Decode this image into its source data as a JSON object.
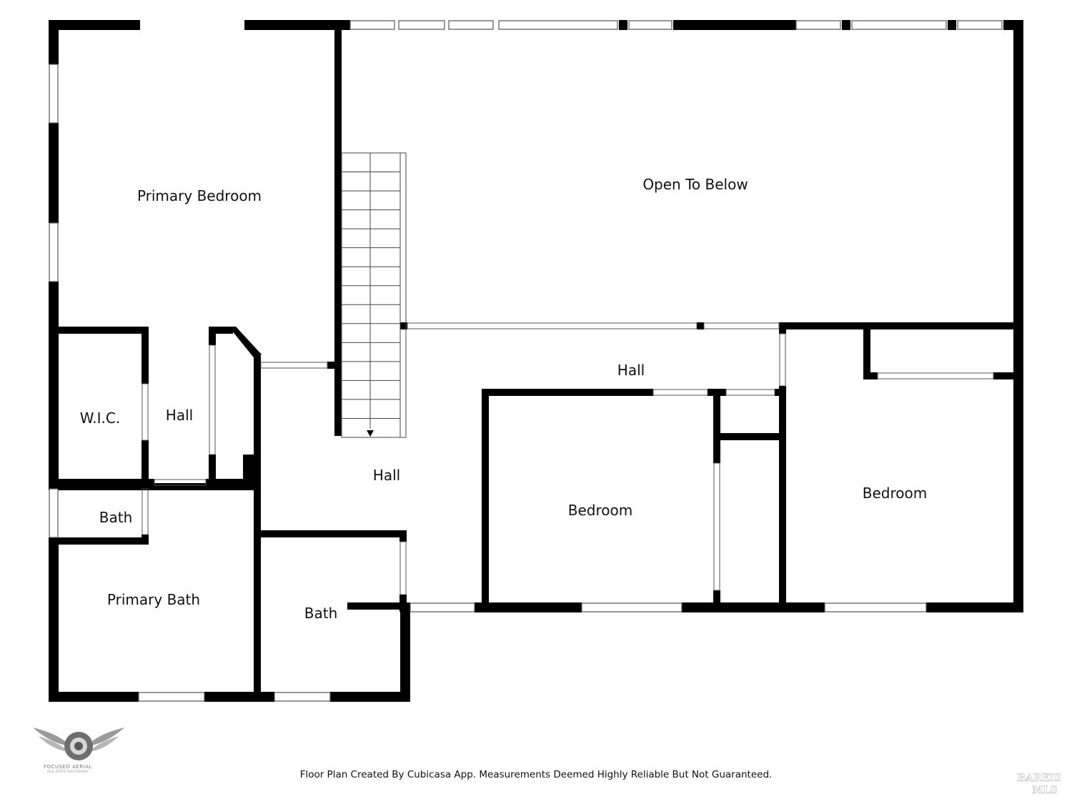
{
  "rooms": {
    "primary_bedroom": "Primary Bedroom",
    "open_to_below": "Open To Below",
    "wic": "W.I.C.",
    "hall_small": "Hall",
    "hall_center": "Hall",
    "hall_upper": "Hall",
    "bath_small": "Bath",
    "primary_bath": "Primary Bath",
    "bath_center": "Bath",
    "bedroom_center": "Bedroom",
    "bedroom_right": "Bedroom"
  },
  "footer": {
    "note": "Floor Plan Created By Cubicasa App. Measurements Deemed Highly Reliable But Not Guaranteed."
  },
  "logos": {
    "brand_name": "FOCUSED AERIAL",
    "brand_tagline": "REAL ESTATE PHOTOGRAPHY",
    "mls_line1": "BAREIS",
    "mls_line2": "MLS"
  },
  "colors": {
    "wall": "#000000",
    "background": "#ffffff",
    "window_stroke": "#555555"
  }
}
